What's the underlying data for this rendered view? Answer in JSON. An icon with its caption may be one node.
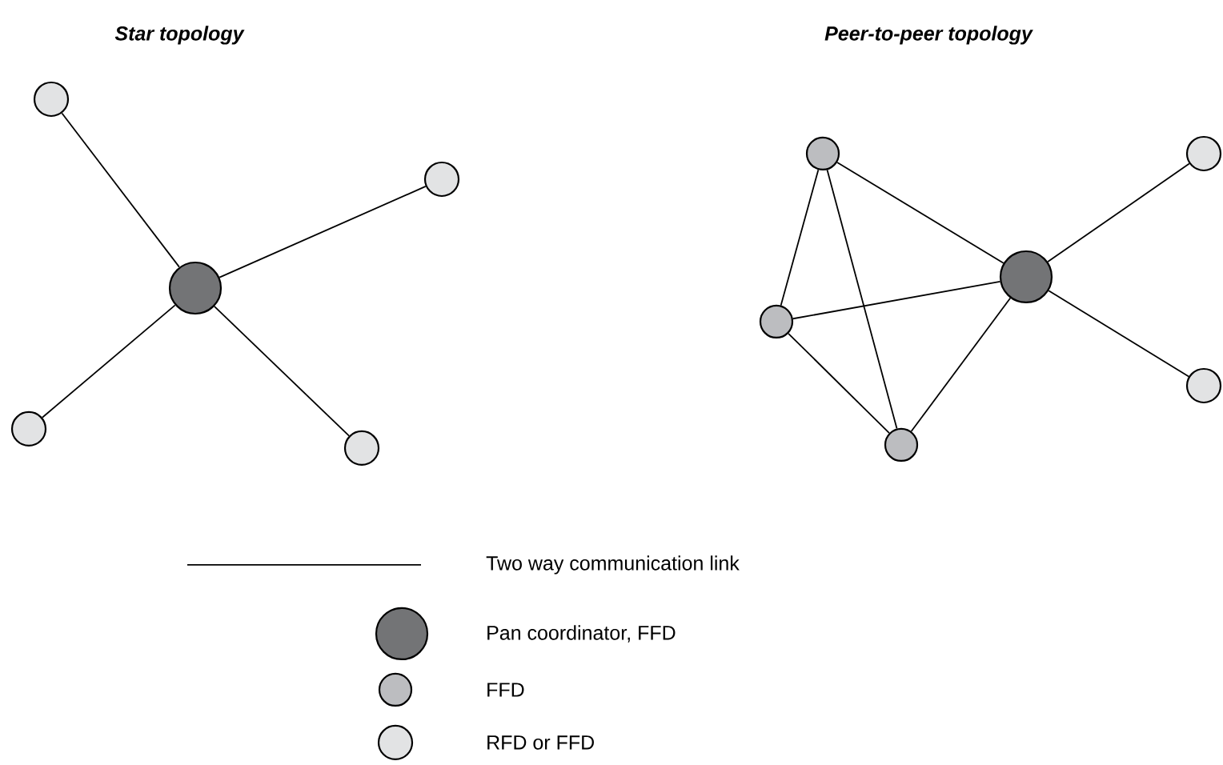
{
  "diagram": {
    "nodes": [
      {
        "text": [],
        "shape": "circle"
      },
      {
        "text": [],
        "shape": "circle"
      },
      {
        "text": [],
        "shape": "circle"
      },
      {
        "text": [],
        "shape": "circle"
      },
      {
        "text": [],
        "shape": "circle"
      },
      {
        "text": [],
        "shape": "circle"
      },
      {
        "text": [],
        "shape": "circle"
      },
      {
        "text": [],
        "shape": "circle"
      },
      {
        "text": [],
        "shape": "circle"
      },
      {
        "text": [],
        "shape": "circle"
      },
      {
        "text": [],
        "shape": "circle"
      }
    ],
    "edges": [
      {
        "from": 0,
        "to": 2,
        "arrow": "none"
      },
      {
        "from": 1,
        "to": 2,
        "arrow": "none"
      },
      {
        "from": 2,
        "to": 3,
        "arrow": "none"
      },
      {
        "from": 2,
        "to": 4,
        "arrow": "none"
      },
      {
        "from": 5,
        "to": 6,
        "arrow": "none"
      },
      {
        "from": 5,
        "to": 8,
        "arrow": "none"
      },
      {
        "from": 5,
        "to": 9,
        "arrow": "none"
      },
      {
        "from": 8,
        "to": 6,
        "arrow": "none"
      },
      {
        "from": 8,
        "to": 9,
        "arrow": "none"
      },
      {
        "from": 9,
        "to": 6,
        "arrow": "none"
      },
      {
        "from": 6,
        "to": 7,
        "arrow": "none"
      },
      {
        "from": 6,
        "to": 10,
        "arrow": "none"
      }
    ],
    "labels": [
      "Star topology",
      "Peer-to-peer topology"
    ],
    "legend": [
      {
        "text": "Two way communication link"
      },
      {
        "text": "Pan coordinator, FFD"
      },
      {
        "text": "FFD"
      },
      {
        "text": "RFD or FFD"
      }
    ]
  }
}
